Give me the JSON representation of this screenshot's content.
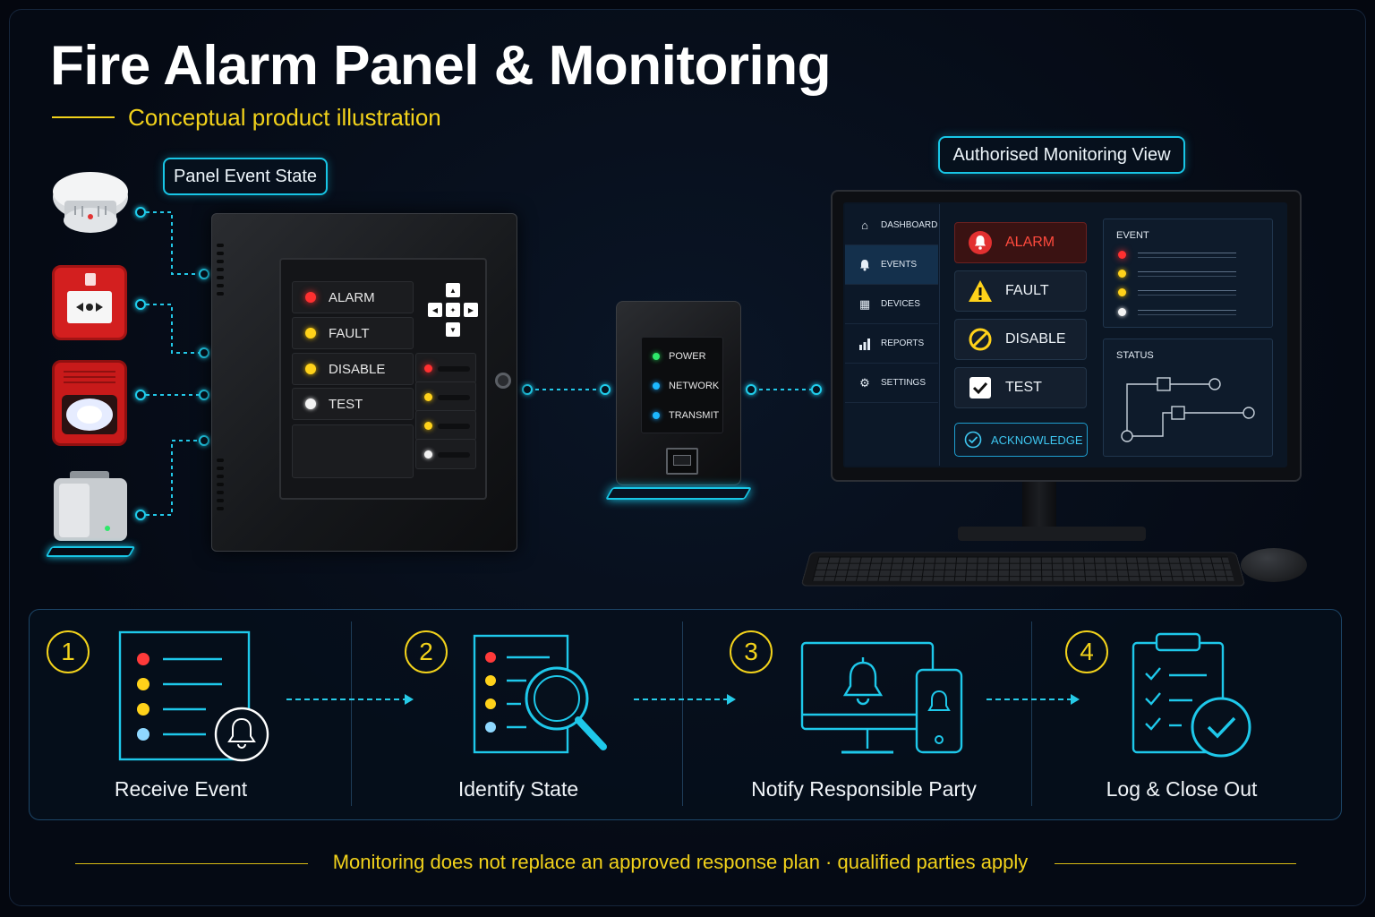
{
  "title": "Fire Alarm Panel & Monitoring",
  "subtitle": "Conceptual product illustration",
  "panel_tag": "Panel Event State",
  "monitor_tag": "Authorised Monitoring View",
  "panel": {
    "zones": [
      {
        "label": "ALARM",
        "led": "red"
      },
      {
        "label": "FAULT",
        "led": "yellow"
      },
      {
        "label": "DISABLE",
        "led": "yellow"
      },
      {
        "label": "TEST",
        "led": "white"
      }
    ],
    "keypad": {
      "up": "▲",
      "left": "◀",
      "center": "✦",
      "right": "▶",
      "down": "▼"
    }
  },
  "transmitter": {
    "rows": [
      {
        "label": "POWER",
        "led": "green"
      },
      {
        "label": "NETWORK",
        "led": "blue"
      },
      {
        "label": "TRANSMIT",
        "led": "blue"
      }
    ]
  },
  "monitor": {
    "sidebar": [
      {
        "label": "DASHBOARD",
        "icon": "home-icon",
        "glyph": "⌂"
      },
      {
        "label": "EVENTS",
        "icon": "bell-icon",
        "glyph": "🔔"
      },
      {
        "label": "DEVICES",
        "icon": "grid-icon",
        "glyph": "▦"
      },
      {
        "label": "REPORTS",
        "icon": "bar-chart-icon",
        "glyph": "▮"
      },
      {
        "label": "SETTINGS",
        "icon": "gear-icon",
        "glyph": "⚙"
      }
    ],
    "states": [
      {
        "label": "ALARM",
        "icon": "alarm-bell-icon",
        "color": "#ff4a3d"
      },
      {
        "label": "FAULT",
        "icon": "warning-icon",
        "color": "#ffd21a"
      },
      {
        "label": "DISABLE",
        "icon": "disable-icon",
        "color": "#ffd21a"
      },
      {
        "label": "TEST",
        "icon": "checkbox-icon",
        "color": "#ffffff"
      }
    ],
    "acknowledge": "ACKNOWLEDGE",
    "event_card_title": "EVENT",
    "status_card_title": "STATUS"
  },
  "steps": [
    {
      "number": "1",
      "label": "Receive Event",
      "icon": "event-list-bell-icon"
    },
    {
      "number": "2",
      "label": "Identify State",
      "icon": "list-magnifier-icon"
    },
    {
      "number": "3",
      "label": "Notify Responsible Party",
      "icon": "monitor-phone-bell-icon"
    },
    {
      "number": "4",
      "label": "Log & Close Out",
      "icon": "clipboard-check-icon"
    }
  ],
  "footer": "Monitoring does not replace an approved response plan · qualified parties apply",
  "colors": {
    "accent": "#18c6e6",
    "highlight": "#f2d21b",
    "alarm": "#ff3030",
    "background": "#04070f"
  }
}
